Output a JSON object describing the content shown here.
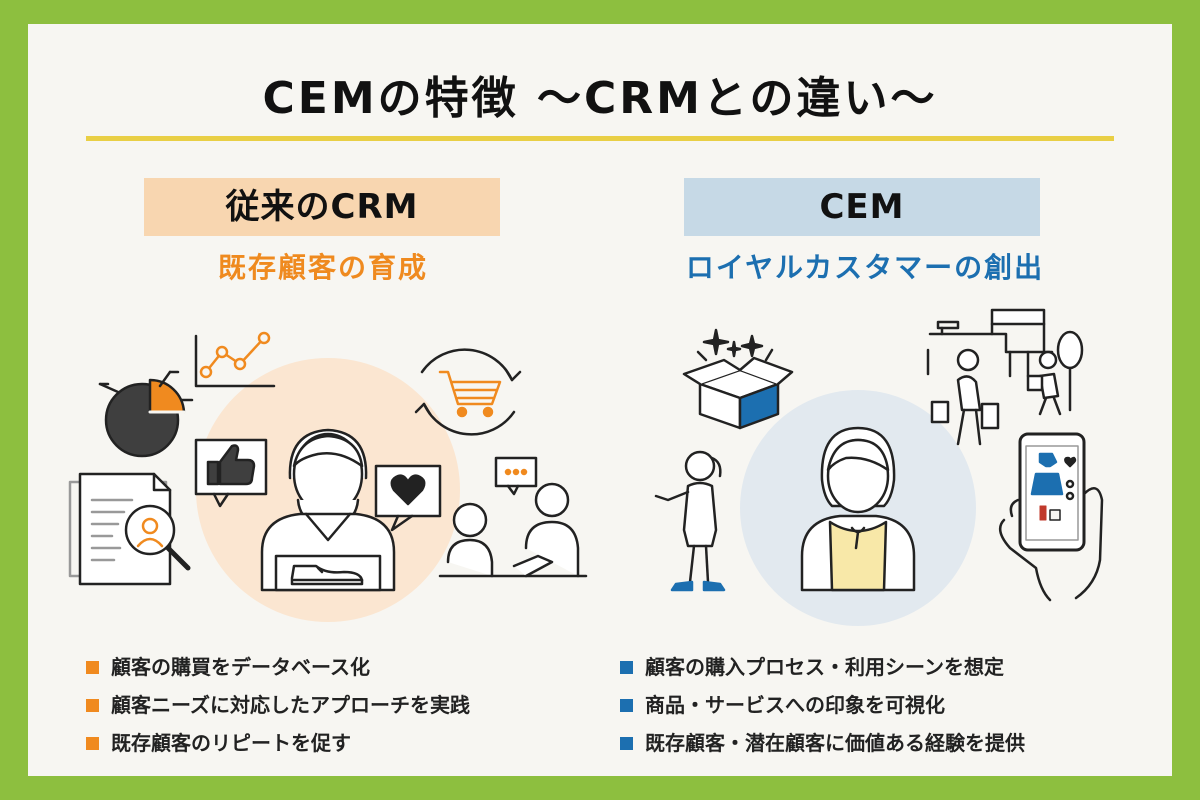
{
  "title": "CEMの特徴 〜CRMとの違い〜",
  "colors": {
    "frame": "#8dbf3f",
    "panel": "#f7f6f2",
    "rule": "#e9cf45",
    "crm_accent": "#ef8a1f",
    "cem_accent": "#1c6fb0"
  },
  "crm": {
    "label": "従来のCRM",
    "subtitle": "既存顧客の育成",
    "icons": [
      "pie-chart-icon",
      "line-chart-icon",
      "cart-cycle-icon",
      "thumbs-up-icon",
      "heart-bubble-icon",
      "document-search-icon",
      "meeting-icon",
      "customer-icon",
      "shoe-icon"
    ],
    "points": [
      "顧客の購買をデータベース化",
      "顧客ニーズに対応したアプローチを実践",
      "既存顧客のリピートを促す"
    ]
  },
  "cem": {
    "label": "CEM",
    "subtitle": "ロイヤルカスタマーの創出",
    "icons": [
      "gift-box-icon",
      "shop-icon",
      "shoppers-icon",
      "woman-icon",
      "customer-icon",
      "smartphone-shopping-icon"
    ],
    "points": [
      "顧客の購入プロセス・利用シーンを想定",
      "商品・サービスへの印象を可視化",
      "既存顧客・潜在顧客に価値ある経験を提供"
    ]
  }
}
